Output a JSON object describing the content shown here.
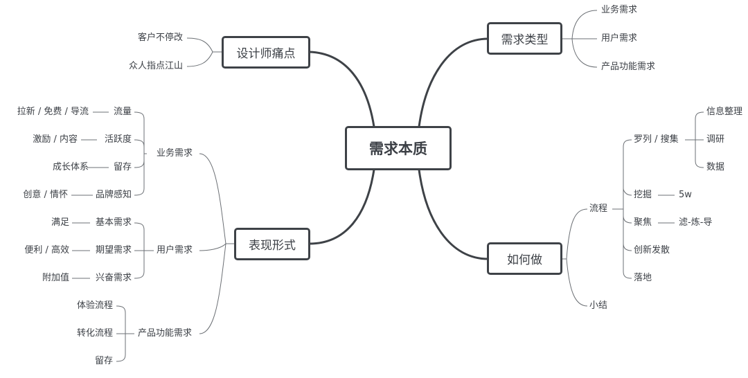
{
  "root": "需求本质",
  "topics": {
    "designer_pain": {
      "label": "设计师痛点",
      "children": [
        "客户不停改",
        "众人指点江山"
      ]
    },
    "demand_types": {
      "label": "需求类型",
      "children": [
        "业务需求",
        "用户需求",
        "产品功能需求"
      ]
    },
    "forms": {
      "label": "表现形式",
      "business": {
        "label": "业务需求",
        "items": [
          {
            "label": "流量",
            "detail": "拉新 / 免费 / 导流"
          },
          {
            "label": "活跃度",
            "detail": "激励 / 内容"
          },
          {
            "label": "留存",
            "detail": "成长体系"
          },
          {
            "label": "品牌感知",
            "detail": "创意 / 情怀"
          }
        ]
      },
      "user": {
        "label": "用户需求",
        "items": [
          {
            "label": "基本需求",
            "detail": "满足"
          },
          {
            "label": "期望需求",
            "detail": "便利 / 高效"
          },
          {
            "label": "兴奋需求",
            "detail": "附加值"
          }
        ]
      },
      "product": {
        "label": "产品功能需求",
        "items": [
          "体验流程",
          "转化流程",
          "留存"
        ]
      }
    },
    "how": {
      "label": "如何做",
      "process": {
        "label": "流程",
        "collect": {
          "label": "罗列 / 搜集",
          "items": [
            "信息整理",
            "调研",
            "数据"
          ]
        },
        "dig": {
          "label": "挖掘",
          "detail": "5w"
        },
        "focus": {
          "label": "聚焦",
          "detail": "滤-炼-导"
        },
        "diverge": "创新发散",
        "land": "落地"
      },
      "summary": "小结"
    }
  },
  "colors": {
    "line": "#3e4247",
    "thin_line": "#6b6f74",
    "text": "#3b3f45"
  }
}
